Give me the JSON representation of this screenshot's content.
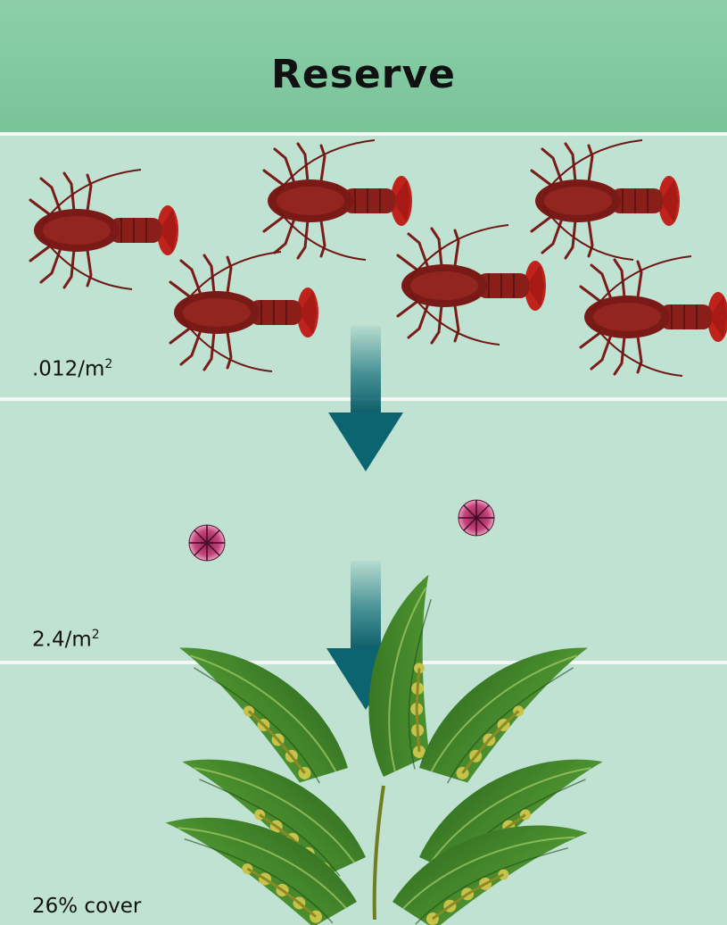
{
  "header": {
    "title": "Reserve"
  },
  "panels": [
    {
      "label": ".012/m",
      "exp": "2"
    },
    {
      "label": "2.4/m",
      "exp": "2"
    },
    {
      "label": "26% cover"
    }
  ],
  "colors": {
    "header": "#7dc59c",
    "panel_bg": "#bfe2d3",
    "arrow": "#0f6b78",
    "lobster": "#8a1f1a",
    "urchin": "#c2497a",
    "kelp": "#3f7f2a"
  },
  "icons": [
    "lobster-icon",
    "sea-urchin-icon",
    "kelp-icon",
    "down-arrow-icon"
  ]
}
